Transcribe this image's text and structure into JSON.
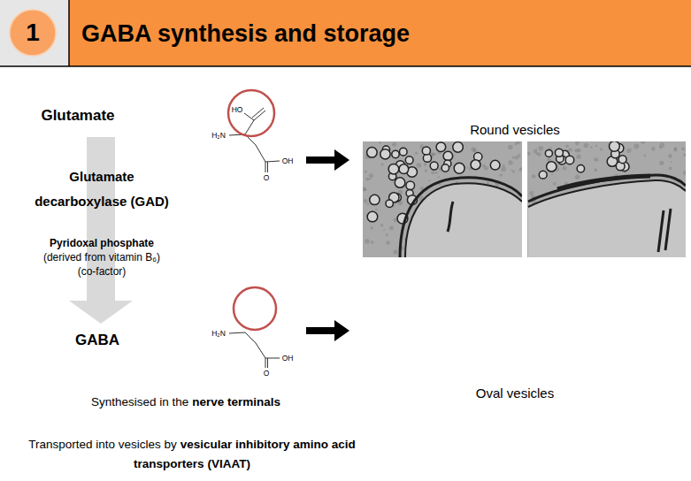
{
  "diagram": {
    "title": "GABA synthesis and storage",
    "nodes": [
      {
        "text": [
          "1"
        ]
      }
    ],
    "labels": [
      "Glutamate",
      "Glutamate decarboxylase (GAD)",
      "Pyridoxal phosphate",
      "(derived from vitamin B₆)",
      "(co-factor)",
      "GABA",
      "Synthesised in the",
      "nerve terminals",
      "Transported into vesicles by",
      "vesicular inhibitory amino acid transporters (VIAAT)",
      "Round vesicles",
      "Oval vesicles",
      "HO",
      "H₂N",
      "OH",
      "O",
      "H₂N",
      "OH",
      "O"
    ]
  }
}
